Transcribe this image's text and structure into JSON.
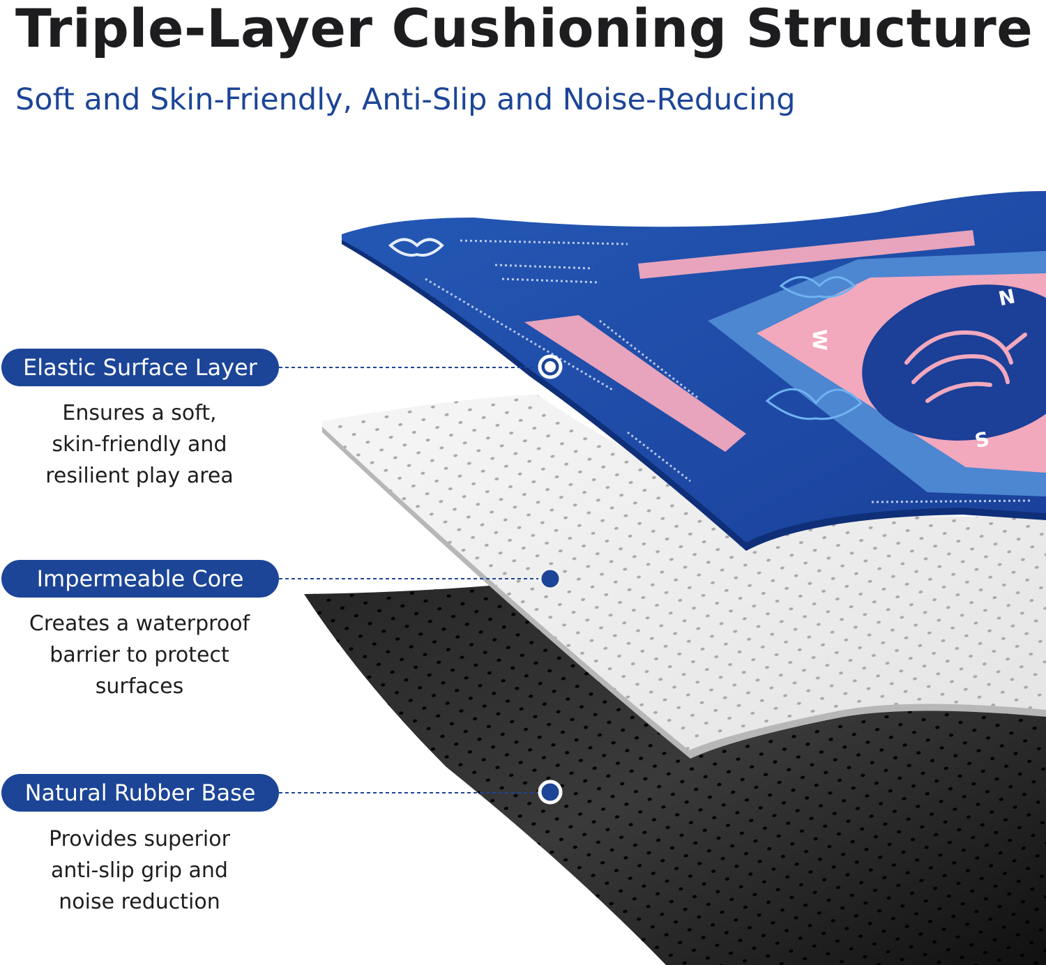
{
  "header": {
    "title": "Triple-Layer Cushioning Structure",
    "subtitle": "Soft and Skin-Friendly, Anti-Slip and Noise-Reducing"
  },
  "colors": {
    "accent": "#1c4597",
    "surface_blue": "#1e4ea5",
    "playfield_pink": "#f2a9bd",
    "core_white": "#f1f1f1",
    "base_black": "#141414"
  },
  "mat_markings": {
    "north": "N",
    "west": "W",
    "south": "S"
  },
  "layers": [
    {
      "label": "Elastic Surface Layer",
      "description": [
        "Ensures a soft,",
        "skin-friendly and",
        "resilient play area"
      ],
      "marker": "ring-marker"
    },
    {
      "label": "Impermeable Core",
      "description": [
        "Creates a waterproof",
        "barrier to protect",
        "surfaces"
      ],
      "marker": "solid-marker"
    },
    {
      "label": "Natural Rubber Base",
      "description": [
        "Provides superior",
        "anti-slip grip and",
        "noise reduction"
      ],
      "marker": "ring-marker"
    }
  ]
}
